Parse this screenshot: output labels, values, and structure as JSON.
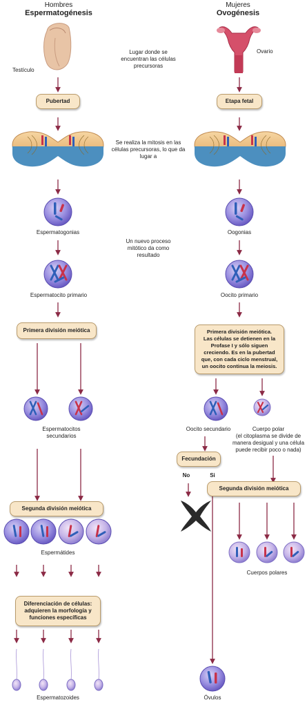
{
  "men": {
    "title": "Hombres",
    "subtitle": "Espermatogénesis",
    "testis_label": "Testículo",
    "puberty": "Pubertad",
    "spermatogonia": "Espermatogonias",
    "primary": "Espermatocito primario",
    "meiosis1": "Primera división meiótica",
    "secondary": "Espermatocitos\nsecundarios",
    "meiosis2": "Segunda división meiótica",
    "spermatids": "Espermátides",
    "differentiation": "Diferenciación de células:\nadquieren la morfología y\nfunciones específicas",
    "spermatozoa": "Espermatozoides"
  },
  "women": {
    "title": "Mujeres",
    "subtitle": "Ovogénesis",
    "ovary_label": "Ovario",
    "fetal": "Etapa fetal",
    "oogonia": "Oogonias",
    "primary": "Oocito primario",
    "meiosis1": "Primera división meiótica.\nLas células se detienen en la\nProfase I y sólo siguen\ncreciendo. Es en la pubertad\nque, con cada ciclo menstrual,\nun oocito continua la meiosis.",
    "secondary": "Oocito secundario",
    "polar_body": "Cuerpo polar\n(el citoplasma se divide de\nmanera desigual y una célula\npuede recibir poco o nada)",
    "fertilization": "Fecundación",
    "no": "No",
    "yes": "Si",
    "meiosis2": "Segunda división meiótica",
    "polar_bodies": "Cuerpos polares",
    "ova": "Óvulos"
  },
  "center": {
    "location": "Lugar donde se\nencuentran las células\nprecursoras",
    "mitosis": "Se realiza la mitosis en las\ncélulas precursoras, lo que da\nlugar a",
    "new_process": "Un nuevo proceso\nmitótico da como\nresultado"
  },
  "colors": {
    "arrow": "#8b2a45",
    "box_fill": "#f8e6c8",
    "cell_fill": "#8a7fd6",
    "chrom_red": "#c8324a",
    "chrom_blue": "#2f5fb8"
  }
}
